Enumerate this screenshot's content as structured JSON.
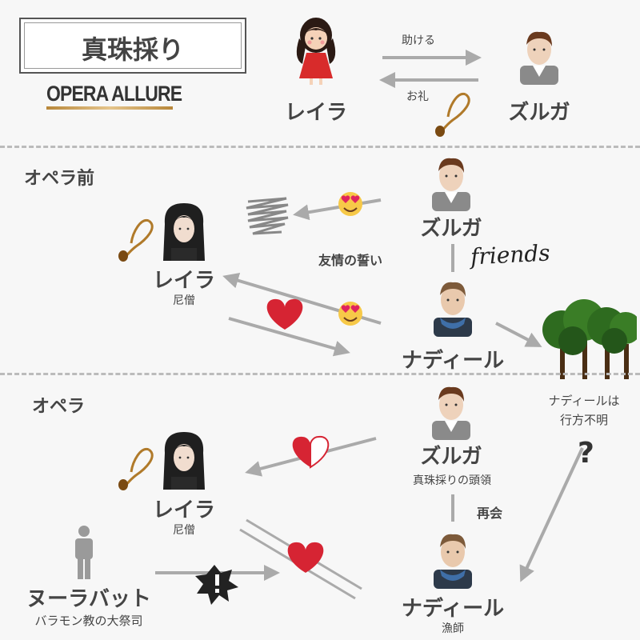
{
  "header": {
    "title": "真珠採り",
    "brand": "OPERA ALLURE",
    "leila_name": "レイラ",
    "zurga_name": "ズルガ",
    "arrow_top_label": "助ける",
    "arrow_bottom_label": "お礼"
  },
  "before_opera": {
    "section_title": "オペラ前",
    "zurga_name": "ズルガ",
    "leila_name": "レイラ",
    "leila_role": "尼僧",
    "nadir_name": "ナディール",
    "vow_label": "友情の誓い",
    "friends_label": "friends"
  },
  "opera": {
    "section_title": "オペラ",
    "zurga_name": "ズルガ",
    "zurga_role": "真珠採りの頭領",
    "leila_name": "レイラ",
    "leila_role": "尼僧",
    "nourabad_name": "ヌーラバット",
    "nourabad_role": "バラモン教の大祭司",
    "nadir_name": "ナディール",
    "nadir_role": "漁師",
    "reunion_label": "再会",
    "missing_label_1": "ナディールは",
    "missing_label_2": "行方不明",
    "question_mark": "?"
  },
  "colors": {
    "arrow": "#aaaaaa",
    "heart": "#d62433",
    "text": "#444444",
    "divider": "#bbbbbb"
  }
}
